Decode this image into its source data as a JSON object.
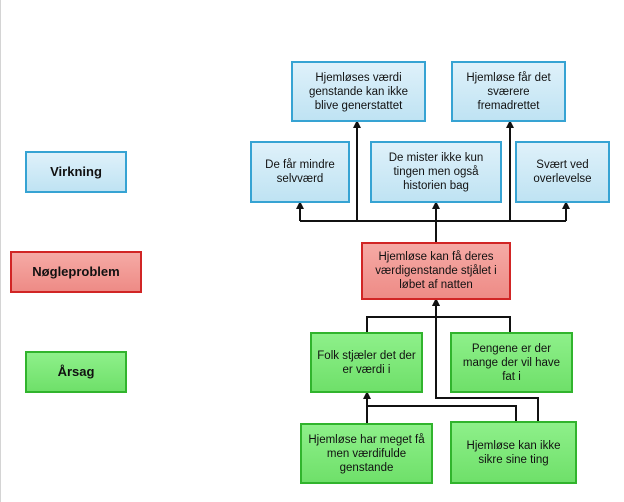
{
  "legend": {
    "effect": "Virkning",
    "core": "Nøgleproblem",
    "cause": "Årsag"
  },
  "effects": {
    "e1": "Hjemløses værdi genstande kan ikke blive generstattet",
    "e2": "Hjemløse får det sværere fremadrettet",
    "e3": "De får mindre selvværd",
    "e4": "De mister ikke kun tingen men også historien bag",
    "e5": "Svært ved overlevelse"
  },
  "core_problem": "Hjemløse kan få deres værdigenstande stjålet i løbet af natten",
  "causes": {
    "c1": "Folk stjæler det der er værdi i",
    "c2": "Pengene er der mange der vil have fat i",
    "c3": "Hjemløse har meget få men værdifulde genstande",
    "c4": "Hjemløse kan ikke sikre sine ting"
  },
  "colors": {
    "effect_border": "#36a3d3",
    "core_border": "#d12525",
    "cause_border": "#31b42d"
  }
}
